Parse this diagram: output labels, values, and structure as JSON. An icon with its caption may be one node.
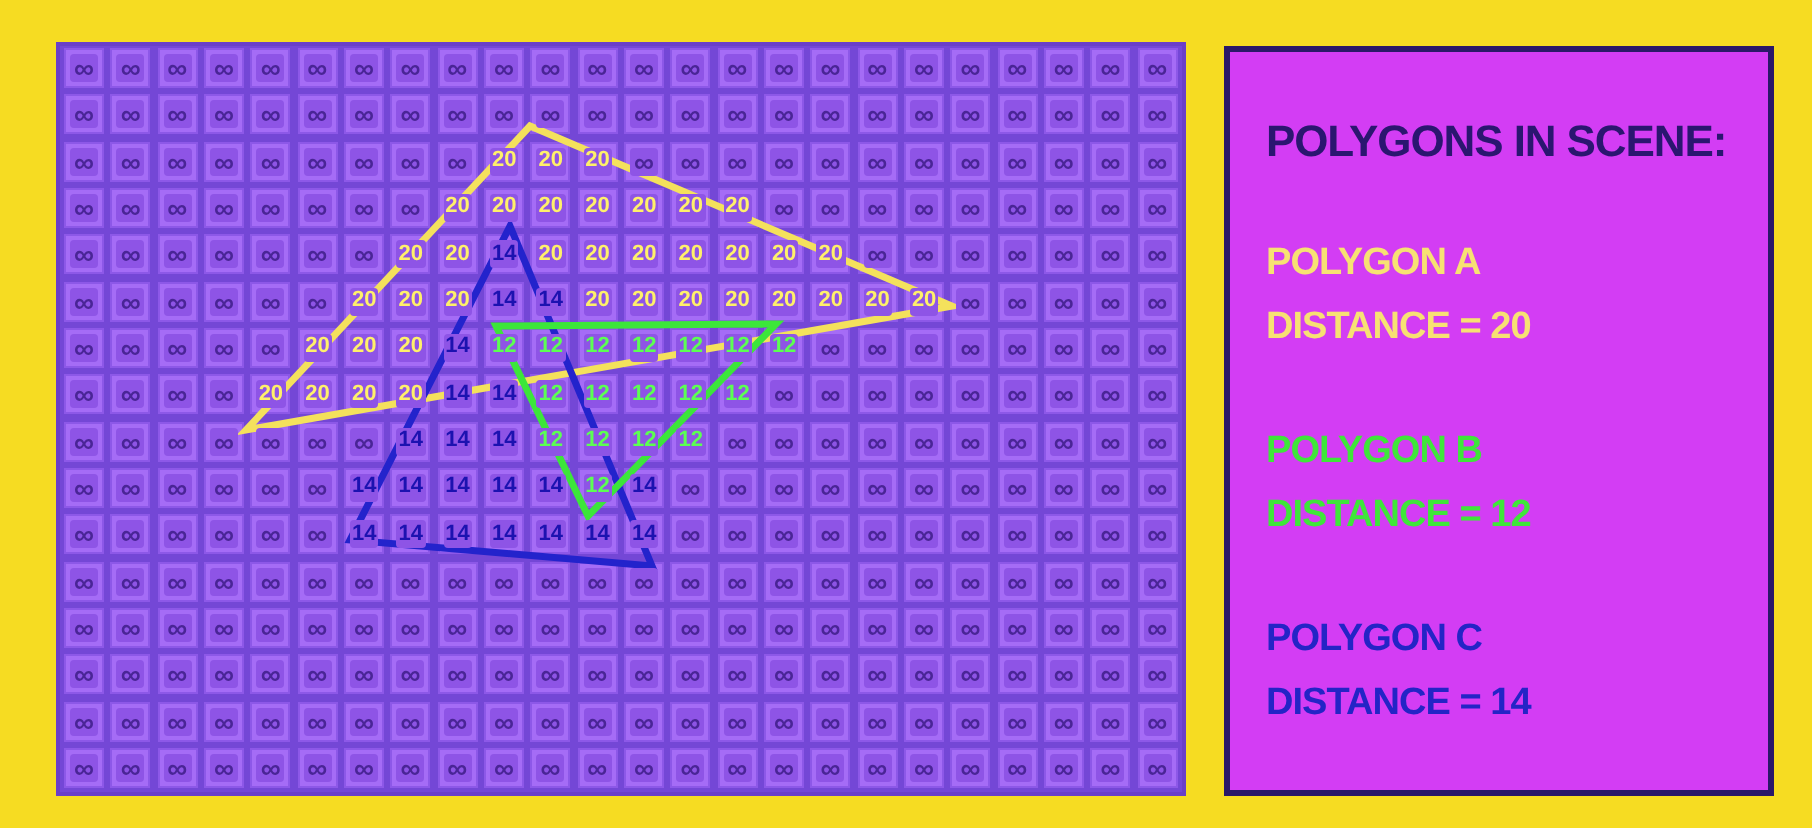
{
  "diagram": {
    "nodes": [
      {
        "text": [
          "POLYGONS IN SCENE:",
          "POLYGON A DISTANCE = 20",
          "POLYGON B DISTANCE = 12",
          "POLYGON C DISTANCE = 14"
        ]
      }
    ],
    "labels": [
      "∞",
      "∞",
      "∞",
      "∞",
      "∞",
      "∞",
      "∞",
      "∞",
      "∞",
      "∞",
      "∞",
      "∞",
      "∞",
      "∞",
      "∞",
      "∞",
      "∞",
      "∞",
      "∞",
      "∞",
      "∞",
      "∞",
      "∞",
      "∞",
      "∞",
      "∞",
      "∞",
      "∞",
      "∞",
      "∞",
      "∞",
      "∞",
      "∞",
      "∞",
      "∞",
      "∞",
      "∞",
      "∞",
      "∞",
      "∞",
      "∞",
      "∞",
      "∞",
      "∞",
      "∞",
      "∞",
      "∞",
      "∞",
      "∞",
      "∞",
      "∞",
      "∞",
      "∞",
      "∞",
      "∞",
      "∞",
      "∞",
      "20",
      "20",
      "20",
      "∞",
      "∞",
      "∞",
      "∞",
      "∞",
      "∞",
      "∞",
      "∞",
      "∞",
      "∞",
      "∞",
      "∞",
      "∞",
      "∞",
      "∞",
      "∞",
      "∞",
      "∞",
      "∞",
      "∞",
      "20",
      "20",
      "20",
      "20",
      "20",
      "20",
      "20",
      "∞",
      "∞",
      "∞",
      "∞",
      "∞",
      "∞",
      "∞",
      "∞",
      "∞",
      "∞",
      "∞",
      "∞",
      "∞",
      "∞",
      "∞",
      "∞",
      "20",
      "20",
      "14",
      "20",
      "20",
      "20",
      "20",
      "20",
      "20",
      "20",
      "∞",
      "∞",
      "∞",
      "∞",
      "∞",
      "∞",
      "∞",
      "∞",
      "∞",
      "∞",
      "∞",
      "∞",
      "∞",
      "20",
      "20",
      "20",
      "14",
      "14",
      "20",
      "20",
      "20",
      "20",
      "20",
      "20",
      "20",
      "20",
      "∞",
      "∞",
      "∞",
      "∞",
      "∞",
      "∞",
      "∞",
      "∞",
      "∞",
      "∞",
      "20",
      "20",
      "20",
      "14",
      "12",
      "12",
      "12",
      "12",
      "12",
      "12",
      "12",
      "∞",
      "∞",
      "∞",
      "∞",
      "∞",
      "∞",
      "∞",
      "∞",
      "∞",
      "∞",
      "∞",
      "∞",
      "20",
      "20",
      "20",
      "20",
      "14",
      "14",
      "12",
      "12",
      "12",
      "12",
      "12",
      "∞",
      "∞",
      "∞",
      "∞",
      "∞",
      "∞",
      "∞",
      "∞",
      "∞",
      "∞",
      "∞",
      "∞",
      "∞",
      "∞",
      "∞",
      "∞",
      "14",
      "14",
      "14",
      "12",
      "12",
      "12",
      "12",
      "∞",
      "∞",
      "∞",
      "∞",
      "∞",
      "∞",
      "∞",
      "∞",
      "∞",
      "∞",
      "∞",
      "∞",
      "∞",
      "∞",
      "∞",
      "∞",
      "14",
      "14",
      "14",
      "14",
      "14",
      "12",
      "14",
      "∞",
      "∞",
      "∞",
      "∞",
      "∞",
      "∞",
      "∞",
      "∞",
      "∞",
      "∞",
      "∞",
      "∞",
      "∞",
      "∞",
      "∞",
      "∞",
      "∞",
      "14",
      "14",
      "14",
      "14",
      "14",
      "14",
      "14",
      "∞",
      "∞",
      "∞",
      "∞",
      "∞",
      "∞",
      "∞",
      "∞",
      "∞",
      "∞",
      "∞",
      "∞",
      "∞",
      "∞",
      "∞",
      "∞",
      "∞",
      "∞",
      "∞",
      "∞",
      "∞",
      "∞",
      "∞",
      "∞",
      "∞",
      "∞",
      "∞",
      "∞",
      "∞",
      "∞",
      "∞",
      "∞",
      "∞",
      "∞",
      "∞",
      "∞",
      "∞",
      "∞",
      "∞",
      "∞",
      "∞",
      "∞",
      "∞",
      "∞",
      "∞",
      "∞",
      "∞",
      "∞",
      "∞",
      "∞",
      "∞",
      "∞",
      "∞",
      "∞",
      "∞",
      "∞",
      "∞",
      "∞",
      "∞",
      "∞",
      "∞",
      "∞",
      "∞",
      "∞",
      "∞",
      "∞",
      "∞",
      "∞",
      "∞",
      "∞",
      "∞",
      "∞",
      "∞",
      "∞",
      "∞",
      "∞",
      "∞",
      "∞",
      "∞",
      "∞",
      "∞",
      "∞",
      "∞",
      "∞",
      "∞",
      "∞",
      "∞",
      "∞",
      "∞",
      "∞",
      "∞",
      "∞",
      "∞",
      "∞",
      "∞",
      "∞",
      "∞",
      "∞",
      "∞",
      "∞",
      "∞",
      "∞",
      "∞",
      "∞",
      "∞",
      "∞",
      "∞",
      "∞",
      "∞",
      "∞",
      "∞",
      "∞",
      "∞",
      "∞",
      "∞",
      "∞",
      "∞",
      "∞",
      "∞",
      "∞",
      "∞",
      "∞",
      "∞",
      "∞",
      "∞",
      "∞",
      "∞",
      "∞",
      "∞",
      "∞",
      "∞"
    ]
  }
}
